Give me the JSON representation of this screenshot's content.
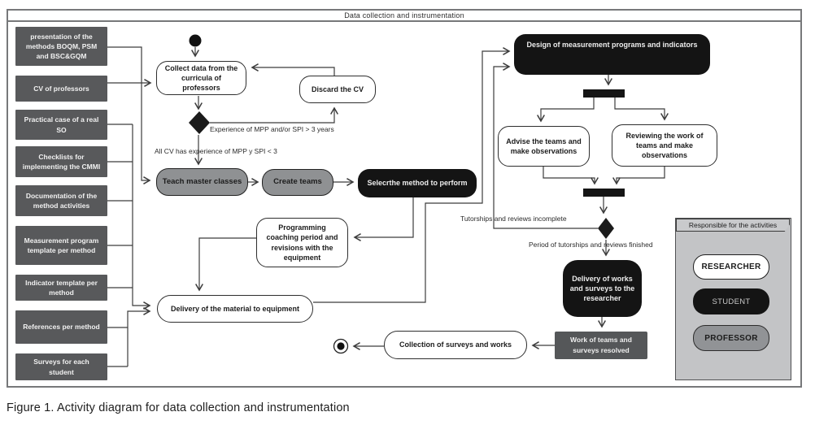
{
  "frame_title": "Data collection and instrumentation",
  "caption": "Figure 1. Activity diagram for data collection and instrumentation",
  "inputs": [
    "presentation of the methods BOQM, PSM and BSC&GQM",
    "CV of professors",
    "Practical case of a real SO",
    "Checklists for implementing the CMMI",
    "Documentation of the method activities",
    "Measurement program template per method",
    "Indicator template per method",
    "References per method",
    "Surveys for each student"
  ],
  "activities": {
    "collect": "Collect data from the curricula of professors",
    "discard": "Discard the CV",
    "teach": "Teach master classes",
    "create": "Create teams",
    "select": "Selecrthe method to perform",
    "design": "Design of measurement programs and indicators",
    "advise": "Advise the teams and make observations",
    "review": "Reviewing the work of teams and make observations",
    "programming": "Programming coaching period and revisions with the equipment",
    "delivery_material": "Delivery of the material to equipment",
    "delivery_works": "Delivery of works and surveys to the researcher",
    "work_teams": "Work of teams and surveys resolved",
    "collection": "Collection of surveys and works"
  },
  "guards": {
    "experience": "Experience of MPP and/or SPI > 3 years",
    "all_cv": "All CV has experience of MPP y SPI < 3",
    "incomplete": "Tutorships and reviews incomplete",
    "finished": "Period of tutorships and reviews finished"
  },
  "legend": {
    "title": "Responsible for the activities",
    "items": [
      {
        "label": "RESEARCHER",
        "role": "researcher"
      },
      {
        "label": "STUDENT",
        "role": "student"
      },
      {
        "label": "PROFESSOR",
        "role": "professor"
      }
    ]
  },
  "colors": {
    "input_box": "#58595b",
    "gray_node": "#8f9193",
    "black_node": "#141414",
    "white_node": "#ffffff",
    "legend_bg": "#c3c4c6",
    "line": "#3c3c3c"
  }
}
